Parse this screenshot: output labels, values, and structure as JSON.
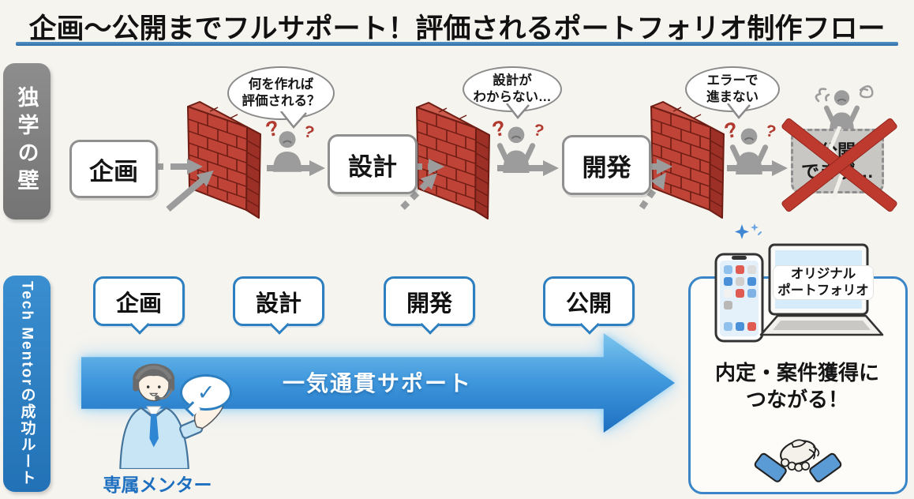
{
  "title": "企画～公開までフルサポート！評価されるポートフォリオ制作フロー",
  "self_study": {
    "label": "独学の壁",
    "steps": [
      "企画",
      "設計",
      "開発"
    ],
    "bubbles": [
      {
        "line1": "何を作れば",
        "line2": "評価される？"
      },
      {
        "line1": "設計が",
        "line2": "わからない…"
      },
      {
        "line1": "エラーで",
        "line2": "進まない"
      }
    ],
    "fail": {
      "line1": "公開",
      "line2": "できず…"
    }
  },
  "mentor_route": {
    "label": "Tech Mentorの成功ルート",
    "steps": [
      "企画",
      "設計",
      "開発",
      "公開"
    ],
    "arrow_label": "一気通貫サポート",
    "mentor_label": "専属メンター",
    "portfolio": {
      "line1": "オリジナル",
      "line2": "ポートフォリオ"
    },
    "result": {
      "line1": "内定・案件獲得に",
      "line2": "つながる！"
    }
  },
  "marks": {
    "question": "?",
    "check": "✓"
  },
  "colors": {
    "accent_blue": "#2e7fc0",
    "underline_blue": "#2f6ea6",
    "arrow_blue_top": "#7cc5ee",
    "arrow_blue_bottom": "#1d6fc0",
    "wall_red": "#c04338",
    "alert_red": "#bf3a2e",
    "gray": "#9c9c9c",
    "sidebar_gray": "#7f7f7f"
  }
}
